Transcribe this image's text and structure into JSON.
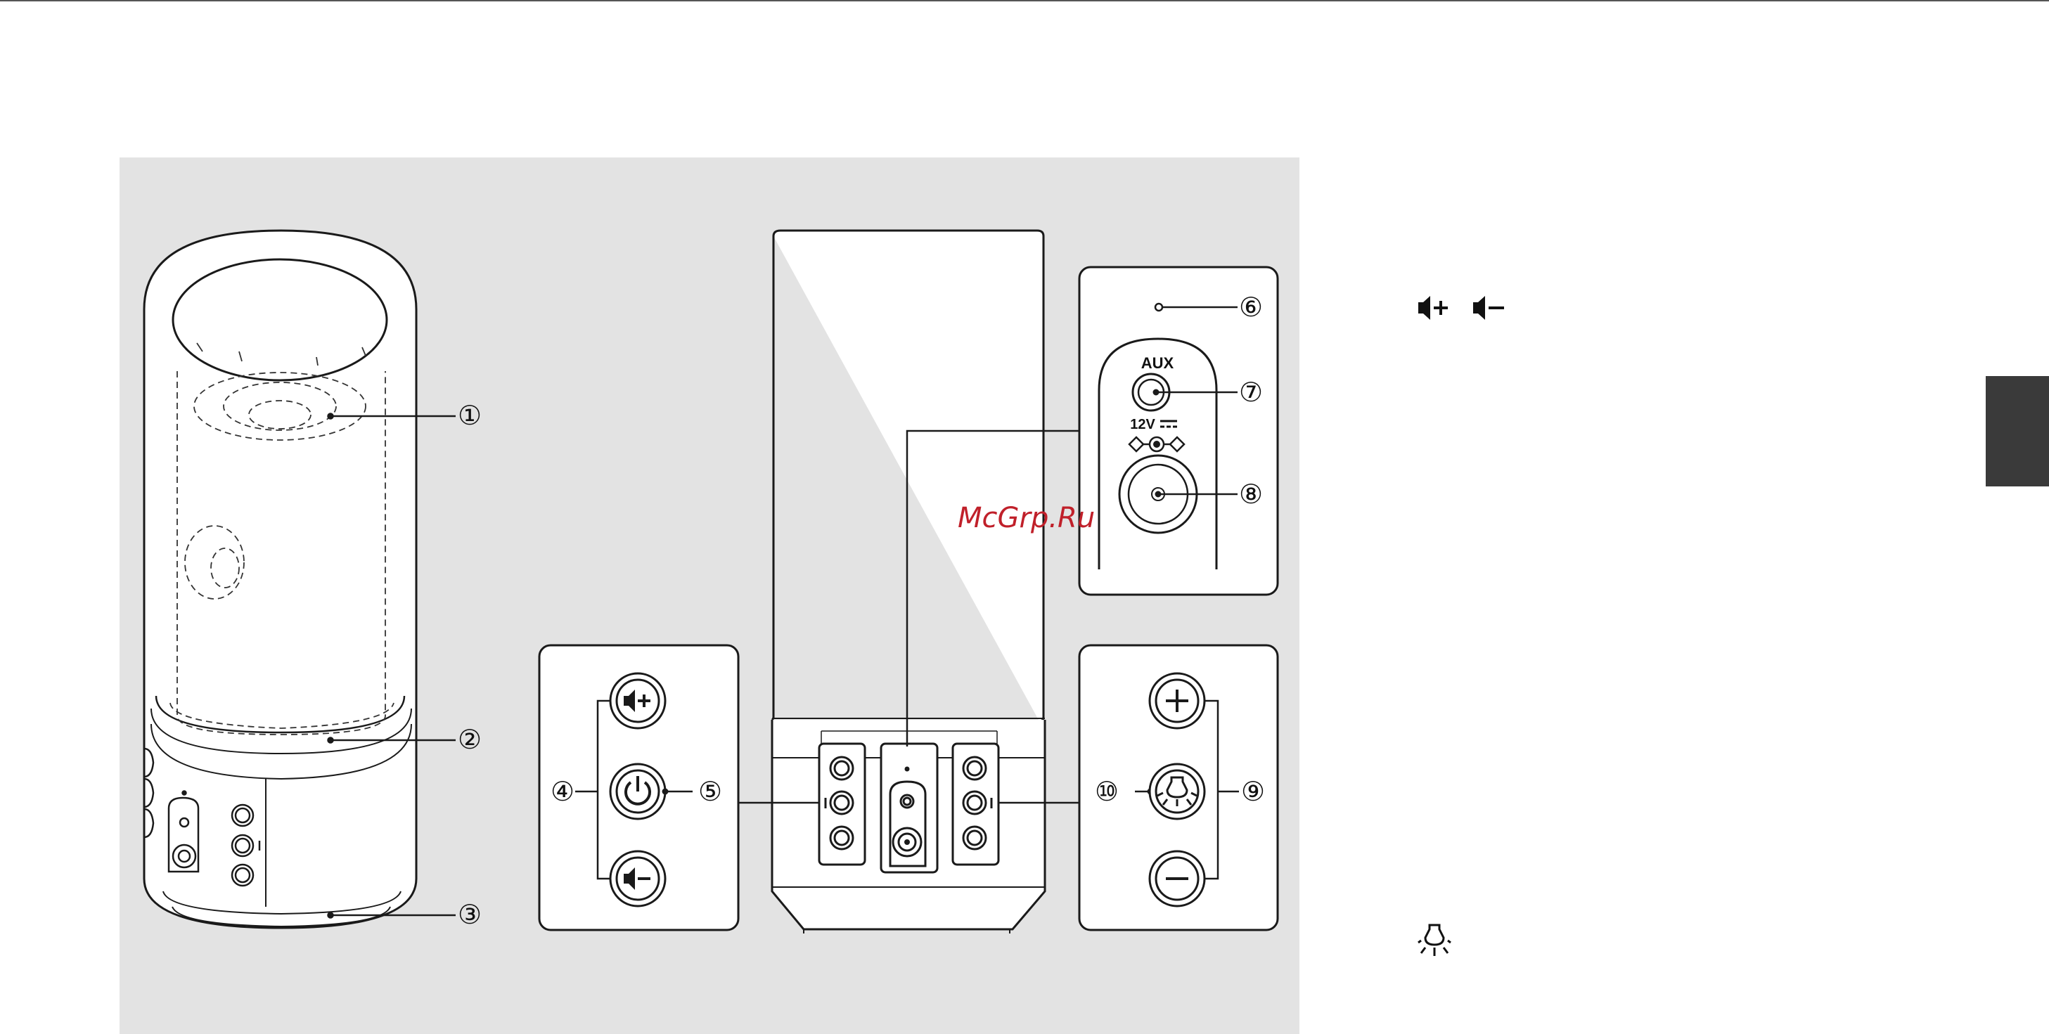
{
  "labels": {
    "n1": "①",
    "n2": "②",
    "n3": "③",
    "n4": "④",
    "n5": "⑤",
    "n6": "⑥",
    "n7": "⑦",
    "n8": "⑧",
    "n9": "⑨",
    "n10": "⑩"
  },
  "jacks": {
    "aux": "AUX",
    "power": "12V"
  },
  "watermark": "McGrp.Ru",
  "colors": {
    "panel": "#e3e3e3",
    "line": "#1a1a1a",
    "watermark": "#c0202a",
    "tab": "#3a3a3a"
  },
  "icons": {
    "volume_up": "volume-up-icon",
    "volume_down": "volume-down-icon",
    "light": "light-bulb-icon"
  }
}
